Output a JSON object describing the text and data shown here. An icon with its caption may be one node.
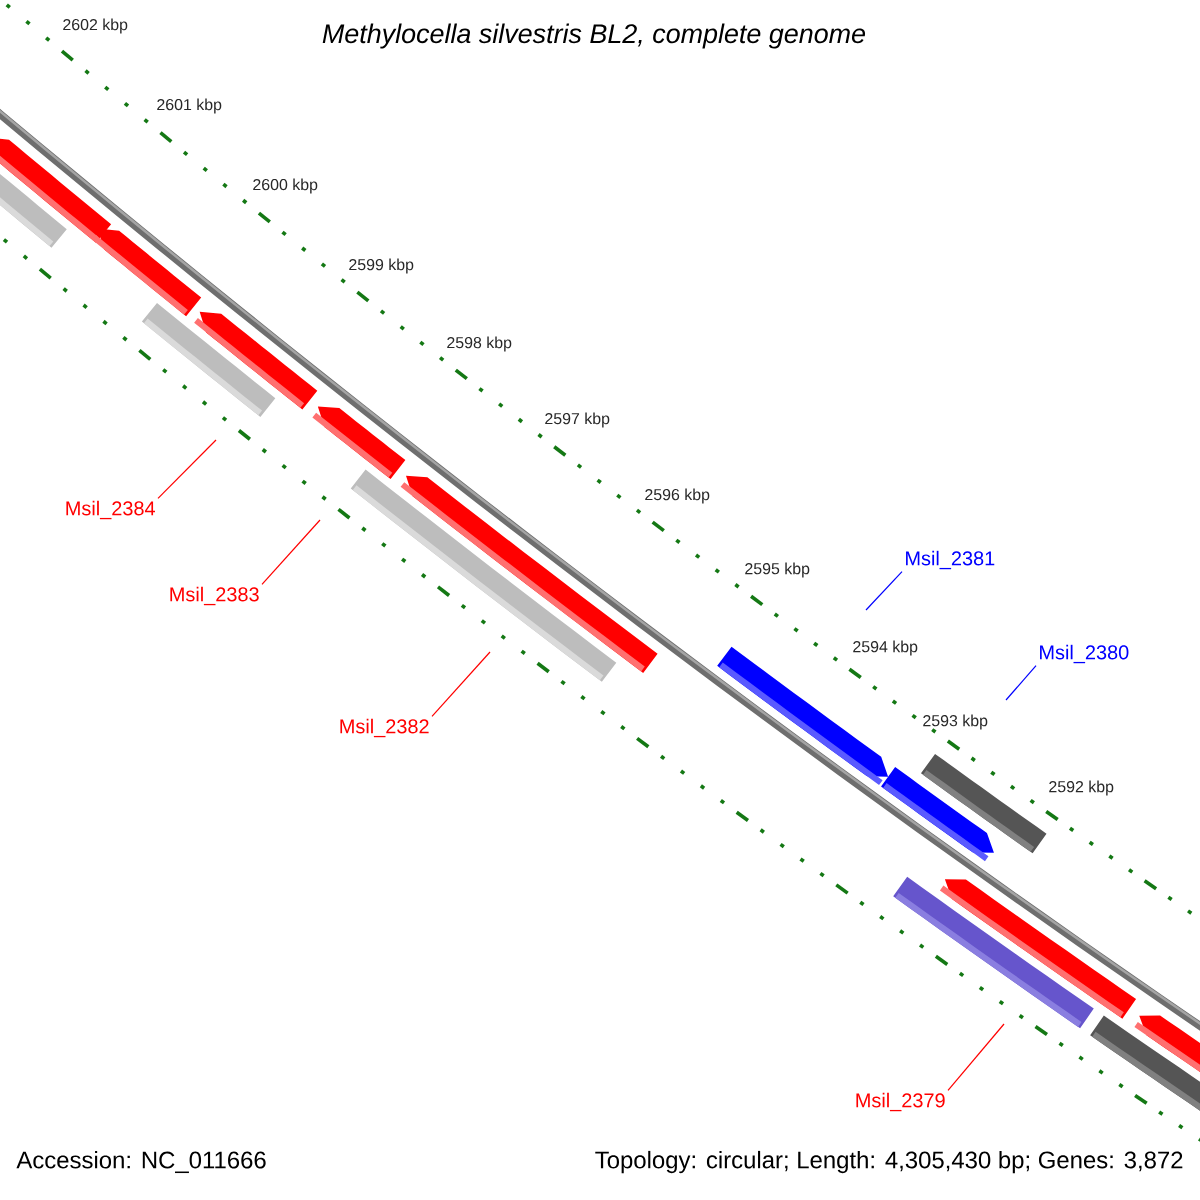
{
  "diagram": {
    "title": "Methylocella silvestris BL2, complete genome",
    "nodes": [
      {
        "text": [
          "Msil_2384"
        ]
      },
      {
        "text": [
          "Msil_2381"
        ]
      },
      {
        "text": [
          "Msil_2383"
        ]
      },
      {
        "text": [
          "Msil_2380"
        ]
      },
      {
        "text": [
          "Msil_2382"
        ]
      },
      {
        "text": [
          "Msil_2379"
        ]
      }
    ],
    "edges": [
      {
        "from": 0,
        "to": null,
        "arrow": "none",
        "color": "#ff0000"
      },
      {
        "from": 1,
        "to": null,
        "arrow": "none",
        "color": "#0000ff"
      },
      {
        "from": 2,
        "to": null,
        "arrow": "none",
        "color": "#ff0000"
      },
      {
        "from": 3,
        "to": null,
        "arrow": "none",
        "color": "#0000ff"
      },
      {
        "from": 4,
        "to": null,
        "arrow": "none",
        "color": "#ff0000"
      },
      {
        "from": 5,
        "to": null,
        "arrow": "none",
        "color": "#ff0000"
      }
    ],
    "labels": [
      "2602 kbp",
      "2601 kbp",
      "2600 kbp",
      "2599 kbp",
      "2598 kbp",
      "2597 kbp",
      "2596 kbp",
      "2595 kbp",
      "2594 kbp",
      "2593 kbp",
      "2592 kbp",
      "Accession: NC_011666",
      "Topology: circular; Length: 4,305,430 bp; Genes: 3,872"
    ]
  }
}
